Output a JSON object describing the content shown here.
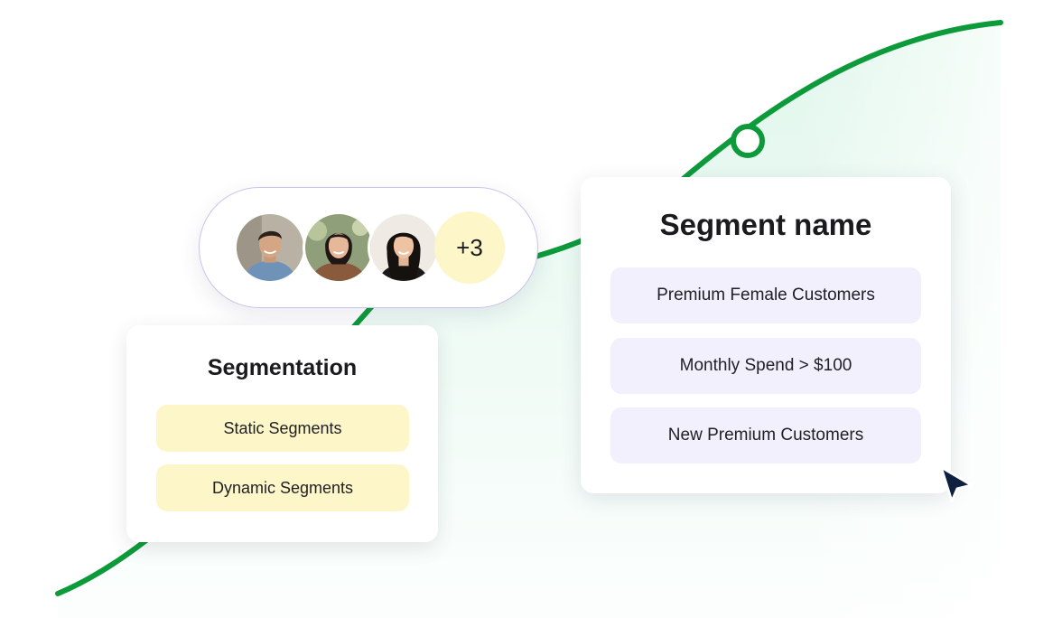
{
  "audience": {
    "avatars": [
      {
        "icon": "person-avatar-man"
      },
      {
        "icon": "person-avatar-woman"
      },
      {
        "icon": "person-avatar-woman"
      }
    ],
    "more_count": "+3"
  },
  "segmentation": {
    "title": "Segmentation",
    "items": [
      {
        "label": "Static Segments"
      },
      {
        "label": "Dynamic Segments"
      }
    ]
  },
  "segment_name": {
    "title": "Segment name",
    "items": [
      {
        "label": "Premium Female Customers"
      },
      {
        "label": "Monthly Spend > $100"
      },
      {
        "label": "New Premium Customers"
      }
    ]
  },
  "colors": {
    "curve": "#0d9a3b",
    "area_fill": "#c7f0dc",
    "option_yellow": "#fdf6c8",
    "option_lavender": "#f2f0fd",
    "pill_border": "#c9c4ec",
    "cursor": "#0f1f40"
  }
}
